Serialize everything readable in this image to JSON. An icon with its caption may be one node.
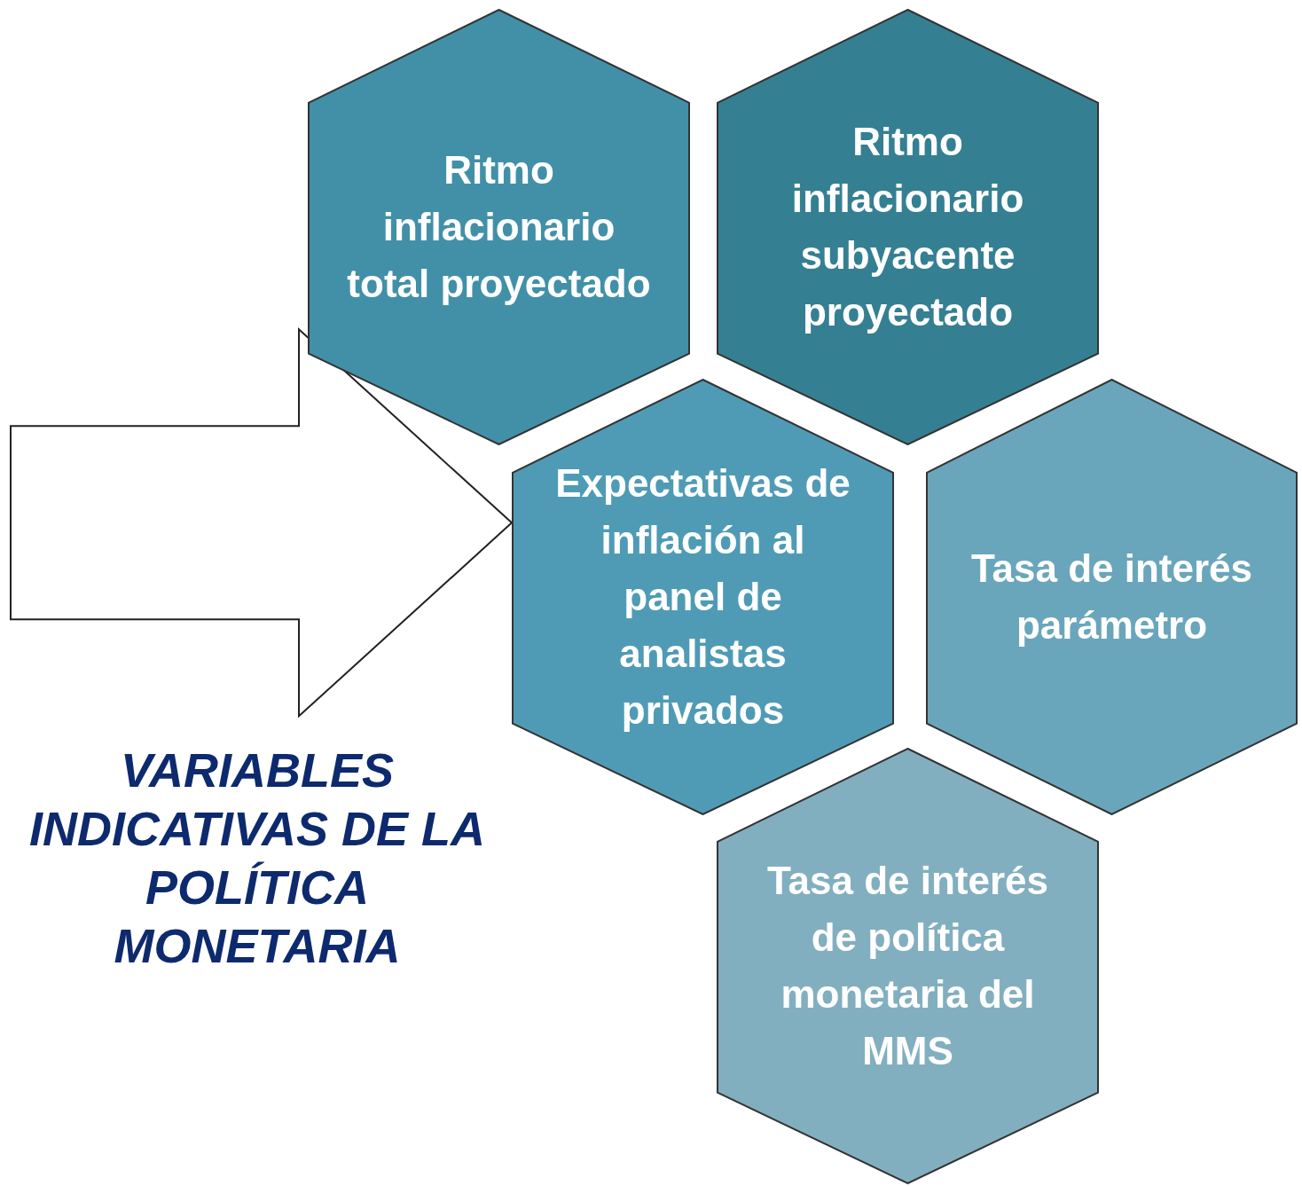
{
  "diagram": {
    "title": "VARIABLES INDICATIVAS DE LA POLÍTICA MONETARIA",
    "nodes": [
      {
        "text": [
          "Ritmo inflacionario total proyectado"
        ]
      },
      {
        "text": [
          "Ritmo inflacionario subyacente proyectado"
        ]
      },
      {
        "text": [
          "Expectativas de inflación al panel de analistas privados"
        ]
      },
      {
        "text": [
          "Tasa de interés parámetro"
        ]
      },
      {
        "text": [
          "Tasa de interés de política monetaria del MMS"
        ]
      }
    ],
    "edges": [
      {
        "from": null,
        "to": 2,
        "arrow": "to",
        "style": "thick"
      }
    ]
  }
}
